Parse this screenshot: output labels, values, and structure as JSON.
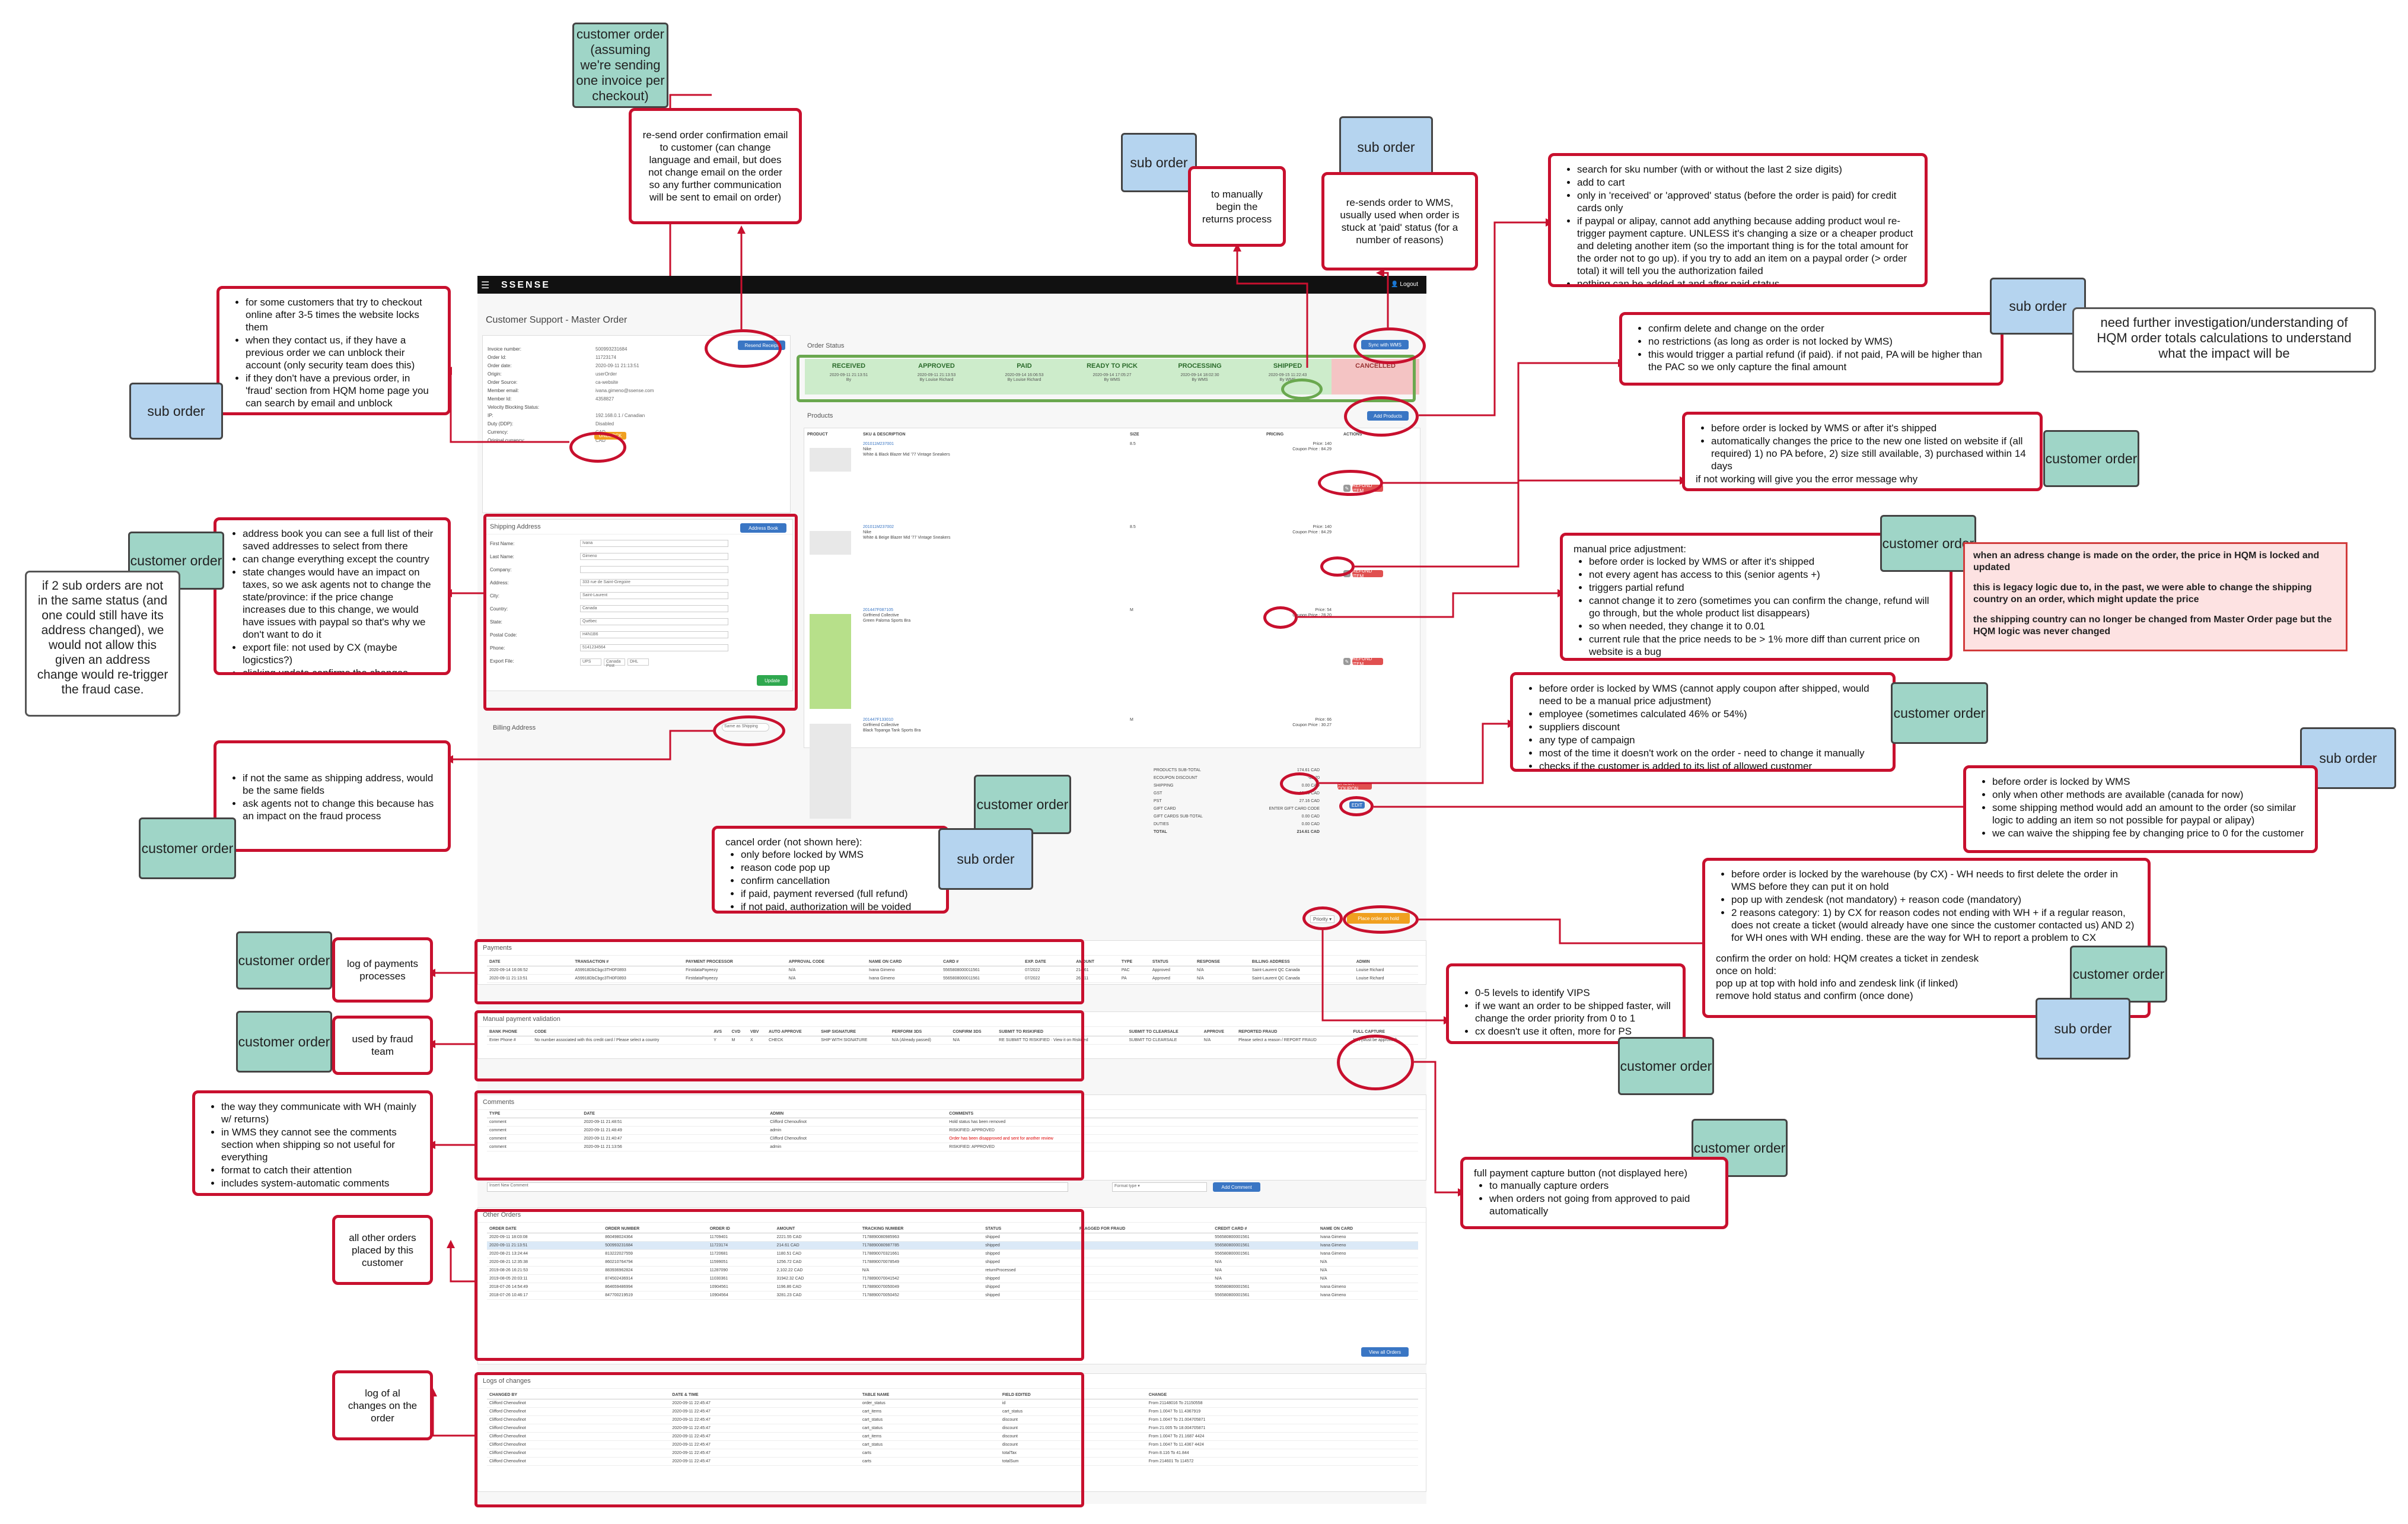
{
  "app": {
    "logo": "SSENSE",
    "logout": "Logout",
    "page_title": "Customer Support - Master Order",
    "resend_btn": "Resend Receipt",
    "sync_btn": "Sync with WMS",
    "add_products_btn": "Add Products",
    "order_info_rows": [
      {
        "k": "Invoice number:",
        "v": "500993231684"
      },
      {
        "k": "Order Id:",
        "v": "11723174"
      },
      {
        "k": "Order date:",
        "v": "2020-09-11 21:13:51"
      },
      {
        "k": "Origin:",
        "v": "userOrder"
      },
      {
        "k": "Order Source:",
        "v": "ca-website"
      },
      {
        "k": "Member email:",
        "v": "ivana.gimeno@ssense.com"
      },
      {
        "k": "Member Id:",
        "v": "4358827"
      },
      {
        "k": "Velocity Blocking Status:",
        "v": ""
      },
      {
        "k": "IP:",
        "v": "192.168.0.1 / Canadian"
      },
      {
        "k": "Duty (DDP):",
        "v": "Disabled"
      },
      {
        "k": "Currency:",
        "v": "CAD"
      },
      {
        "k": "Original currency:",
        "v": "CAD"
      }
    ],
    "unblock_btn": "UNBLOCK",
    "status_title": "Order Status",
    "statuses": [
      {
        "label": "RECEIVED",
        "date": "2020-09-11 21:13:51",
        "by": "By"
      },
      {
        "label": "APPROVED",
        "date": "2020-09-11 21:13:53",
        "by": "By Louise Richard"
      },
      {
        "label": "PAID",
        "date": "2020-09-14 16:06:53",
        "by": "By Louise Richard"
      },
      {
        "label": "READY TO PICK",
        "date": "2020-09-14 17:05:27",
        "by": "By WMS"
      },
      {
        "label": "PROCESSING",
        "date": "2020-09-14 18:02:30",
        "by": "By WMS"
      },
      {
        "label": "SHIPPED",
        "date": "2020-09-15 11:22:43",
        "by": "By WMS"
      },
      {
        "label": "CANCELLED",
        "date": "",
        "by": ""
      }
    ],
    "products_title": "Products",
    "product_headers": [
      "PRODUCT",
      "SKU & DESCRIPTION",
      "SIZE",
      "PRICING",
      "ACTIONS"
    ],
    "products": [
      {
        "sku": "201011M237001",
        "brand": "Nike",
        "desc": "White & Black Blazer Mid '77 Vintage Sneakers",
        "size": "8.5",
        "price": "Price: 140",
        "coupon": "Coupon Price : 84.29"
      },
      {
        "sku": "201011M237002",
        "brand": "Nike",
        "desc": "White & Beige Blazer Mid '77 Vintage Sneakers",
        "size": "8.5",
        "price": "Price: 140",
        "coupon": "Coupon Price : 84.29"
      },
      {
        "sku": "201447F087105",
        "brand": "Girlfriend Collective",
        "desc": "Green Paloma Sports Bra",
        "size": "M",
        "price": "Price: 54",
        "coupon": "Coupon Price : 28.20"
      },
      {
        "sku": "201447F133010",
        "brand": "Girlfriend Collective",
        "desc": "Black Topanga Tank Sports Bra",
        "size": "M",
        "price": "Price: 66",
        "coupon": "Coupon Price : 30.27"
      }
    ],
    "refund_btn": "REFUND ITEM",
    "totals": [
      {
        "k": "PRODUCTS SUB-TOTAL",
        "v": "174.61 CAD"
      },
      {
        "k": "ECOUPON DISCOUNT",
        "v": "-85.70"
      },
      {
        "k": "SHIPPING",
        "v": "0.00 CAD"
      },
      {
        "k": "GST",
        "v": "13.63 CAD"
      },
      {
        "k": "PST",
        "v": "27.16 CAD"
      },
      {
        "k": "GIFT CARD",
        "v": "ENTER GIFT CARD CODE"
      },
      {
        "k": "GIFT CARDS SUB-TOTAL",
        "v": "0.00 CAD"
      },
      {
        "k": "DUTIES",
        "v": "0.00 CAD"
      },
      {
        "k": "TOTAL",
        "v": "214.61 CAD"
      }
    ],
    "check_coupon_btn": "CHECK COUPON",
    "edit_btn": "EDIT",
    "shipping_address_title": "Shipping Address",
    "address_book_btn": "Address Book",
    "address_fields": [
      {
        "k": "First Name:",
        "v": "Ivana"
      },
      {
        "k": "Last Name:",
        "v": "Gimeno"
      },
      {
        "k": "Company:",
        "v": ""
      },
      {
        "k": "Address:",
        "v": "333 rue de Saint-Gregoire"
      },
      {
        "k": "City:",
        "v": "Saint-Laurent"
      },
      {
        "k": "Country:",
        "v": "Canada"
      },
      {
        "k": "State:",
        "v": "Québec"
      },
      {
        "k": "Postal Code:",
        "v": "H4N1B6"
      },
      {
        "k": "Phone:",
        "v": "5141234564"
      },
      {
        "k": "Export File:",
        "v": ""
      }
    ],
    "export_btns": [
      "UPS",
      "Canada Post",
      "DHL"
    ],
    "update_btn": "Update",
    "billing_title": "Billing Address",
    "same_as_shipping": "Same as Shipping",
    "on_hold_btn": "Place order on hold",
    "priority_label": "Priority",
    "payments_title": "Payments",
    "payment_headers": [
      "DATE",
      "TRANSACTION #",
      "PAYMENT PROCESSOR",
      "APPROVAL CODE",
      "NAME ON CARD",
      "CARD #",
      "EXP. DATE",
      "AMOUNT",
      "TYPE",
      "STATUS",
      "RESPONSE",
      "BILLING ADDRESS",
      "ADMIN"
    ],
    "payments": [
      [
        "2020-09-14 16:06:52",
        "A59918DbCbgc3TH0F0893",
        "FirstdataPayeezy",
        "N/A",
        "Ivana Gimeno",
        "5565808000011561",
        "07/2022",
        "214.61",
        "PAC",
        "Approved",
        "N/A",
        "Saint-Laurent QC Canada",
        "Louise Richard"
      ],
      [
        "2020-09-11 21:13:51",
        "A59918DbCbgc3TH0F0893",
        "FirstdataPayeezy",
        "N/A",
        "Ivana Gimeno",
        "5565808000011561",
        "07/2022",
        "261.11",
        "PA",
        "Approved",
        "N/A",
        "Saint-Laurent QC Canada",
        "Louise Richard"
      ]
    ],
    "manual_title": "Manual payment validation",
    "manual_headers": [
      "BANK PHONE",
      "CODE",
      "AVS",
      "CVD",
      "VBV",
      "AUTO APPROVE",
      "SHIP SIGNATURE",
      "PERFORM 3DS",
      "CONFIRM 3DS",
      "SUBMIT TO RISKIFIED",
      "SUBMIT TO CLEARSALE",
      "APPROVE",
      "REPORTED FRAUD",
      "FULL CAPTURE"
    ],
    "manual_values": {
      "no_number": "No number associated with this credit card",
      "avs": "Y",
      "cvd": "M",
      "vbv": "X",
      "perform": "N/A (Already passed)",
      "full_capture": "N/A",
      "full_capture_note": "(Must be approved)",
      "enter_phone": "Enter Phone #",
      "select_country": "Please select a country",
      "select_reason": "Please select a reason",
      "confirm": "CONFIRM",
      "check": "CHECK",
      "ship_sig": "SHIP WITH SIGNATURE",
      "riskified": "RE SUBMIT TO RISKIFIED",
      "riskified_link": "View it on Riskified",
      "clearsale": "SUBMIT TO CLEARSALE",
      "report": "REPORT FRAUD",
      "na": "N/A"
    },
    "comments_title": "Comments",
    "comment_headers": [
      "TYPE",
      "DATE",
      "ADMIN",
      "COMMENTS"
    ],
    "comments": [
      [
        "comment",
        "2020-09-11 21:48:51",
        "Clifford Chenoufinot",
        "Hold status has been removed"
      ],
      [
        "comment",
        "2020-09-11 21:48:49",
        "admin",
        "RISKIFIED: APPROVED"
      ],
      [
        "comment",
        "2020-09-11 21:40:47",
        "Clifford Chenoufinot",
        "Order has been disapproved and sent for another review"
      ],
      [
        "comment",
        "2020-09-11 21:13:56",
        "admin",
        "RISKIFIED: APPROVED"
      ]
    ],
    "comment_placeholder": "Insert New Comment",
    "format_type": "Format type",
    "add_comment_btn": "Add Comment",
    "other_orders_title": "Other Orders",
    "other_headers": [
      "ORDER DATE",
      "ORDER NUMBER",
      "ORDER ID",
      "AMOUNT",
      "TRACKING NUMBER",
      "STATUS",
      "FLAGGED FOR FRAUD",
      "CREDIT CARD #",
      "NAME ON CARD"
    ],
    "other_orders": [
      [
        "2020-09-11 18:03:08",
        "860498024364",
        "11709401",
        "2221.55 CAD",
        "7178890080985963",
        "shipped",
        "",
        "556580800001561",
        "Ivana Gimeno"
      ],
      [
        "2020-09-11 21:13:51",
        "500993231684",
        "11723174",
        "214.61 CAD",
        "7178890080987785",
        "shipped",
        "",
        "556580800001561",
        "Ivana Gimeno"
      ],
      [
        "2020-08-21 13:24:44",
        "813222027559",
        "11720681",
        "1180.51 CAD",
        "7178890070321661",
        "shipped",
        "",
        "556580800001561",
        "Ivana Gimeno"
      ],
      [
        "2020-08-21 12:35:38",
        "860210764794",
        "11599051",
        "1256.72 CAD",
        "7178890070078549",
        "shipped",
        "",
        "N/A",
        "N/A"
      ],
      [
        "2019-08-26 16:21:53",
        "883936962824",
        "11287090",
        "2,102.22 CAD",
        "N/A",
        "returnProcessed",
        "",
        "N/A",
        "N/A"
      ],
      [
        "2019-08-05 20:03:11",
        "874502436914",
        "11030361",
        "31942.32 CAD",
        "7178890070041542",
        "shipped",
        "",
        "N/A",
        "N/A"
      ],
      [
        "2018-07-26 14:54:49",
        "864659486994",
        "10904561",
        "1196.86 CAD",
        "7178890070050049",
        "shipped",
        "",
        "556580800001561",
        "Ivana Gimeno"
      ],
      [
        "2018-07-26 10:46:17",
        "847700219519",
        "10904564",
        "3281.23 CAD",
        "7178890070050452",
        "shipped",
        "",
        "556580800001561",
        "Ivana Gimeno"
      ]
    ],
    "view_all_btn": "View all Orders",
    "logs_title": "Logs of changes",
    "log_headers": [
      "CHANGED BY",
      "DATE & TIME",
      "TABLE NAME",
      "FIELD EDITED",
      "CHANGE"
    ],
    "logs": [
      [
        "Clifford Chenoufinot",
        "2020-09-11 22:45:47",
        "order_status",
        "id",
        "From 21148016 To 21150558"
      ],
      [
        "Clifford Chenoufinot",
        "2020-09-11 22:45:47",
        "cart_items",
        "cart_status",
        "From 1.0047 To 11.4367919"
      ],
      [
        "Clifford Chenoufinot",
        "2020-09-11 22:45:47",
        "cart_status",
        "discount",
        "From 1.0047 To 21.004705871"
      ],
      [
        "Clifford Chenoufinot",
        "2020-09-11 22:45:47",
        "cart_status",
        "discount",
        "From 21.005 To 18.004705871"
      ],
      [
        "Clifford Chenoufinot",
        "2020-09-11 22:45:47",
        "cart_items",
        "discount",
        "From 1.0047 To 21.1687 4424"
      ],
      [
        "Clifford Chenoufinot",
        "2020-09-11 22:45:47",
        "cart_status",
        "discount",
        "From 1.0047 To 11.4367 4424"
      ],
      [
        "Clifford Chenoufinot",
        "2020-09-11 22:45:47",
        "carts",
        "totalTax",
        "From 8.116 To 41.844"
      ],
      [
        "Clifford Chenoufinot",
        "2020-09-11 22:45:47",
        "carts",
        "totalSum",
        "From 214601 To 114572"
      ]
    ]
  },
  "annotations": {
    "resend": "re-send order confirmation email to customer (can change language and email, but does not change email on the order so any further communication will be sent to email on order)",
    "returns": "to manually begin the returns process",
    "sync": "re-sends order to WMS, usually used when order is stuck at 'paid' status (for a number of reasons)",
    "add_products": [
      "search for sku number (with or without the last 2 size digits)",
      "add to cart",
      "only in 'received' or 'approved' status (before the order is paid) for credit cards only",
      "if paypal or alipay, cannot add anything because adding product woul re-trigger payment capture. UNLESS it's changing a size or a cheaper product and deleting another item (so the important thing is for the total amount for the order not to go up). if you try to add an item on a paypal order (> order total) it will tell you the authorization failed",
      "nothing can be added at and after paid status"
    ],
    "velocity": [
      "for some customers that try to checkout online after 3-5 times the website locks them",
      "when they contact us, if they have a previous order we can unblock their account (only security team does this)",
      "if they don't have a previous order, in 'fraud' section from HQM home page you can search by email and unblock"
    ],
    "delete_change": [
      "confirm delete and change on the order",
      "no restrictions (as long as order is not locked by WMS)",
      "this would trigger a partial refund (if paid). if not paid, PA will be higher than the PAC so we only capture the final amount"
    ],
    "further": "need further investigation/understanding of HQM order totals calculations to understand what the impact will be",
    "price_update": [
      "before order is locked by WMS or after it's shipped",
      "automatically changes the price to the new one listed on website if (all required) 1) no PA before, 2) size still available, 3) purchased within 14 days"
    ],
    "price_update_tail": "if not working will give you the error message why",
    "manual_price_title": "manual price adjustment:",
    "manual_price": [
      "before order is locked by WMS or after it's shipped",
      "not every agent has access to this (senior agents +)",
      "triggers partial refund",
      "cannot change it to zero (sometimes you can confirm the change, refund will go through, but the whole product list disappears)",
      "so when needed, they change it to 0.01",
      "current rule that the price needs to be > 1% more diff than current price on website is a bug"
    ],
    "pink": [
      "when an adress change is made on the order, the price in HQM is locked and updated",
      "this is legacy logic due to, in the past, we were able to change the shipping country on an order, which might update the price",
      "the shipping country can no longer be changed from Master Order page but the HQM logic was never changed"
    ],
    "address_book": [
      "address book you can see a full list of their saved addresses to select from there",
      "can change everything except the country",
      "state changes would have an impact on taxes, so we ask agents not to change the state/province: if the price change increases due to this change, we would have issues with paypal so that's why we don't want to do it",
      "export file: not used by CX (maybe logicstics?)",
      "clicking update confirms the changes"
    ],
    "fraud_note": "if 2 sub orders are not in the same status (and one could still have its address changed), we would not allow this given an address change would re-trigger the fraud case.",
    "coupon": [
      "before order is locked by WMS (cannot apply coupon after shipped, would need to be a manual price adjustment)",
      "employee (sometimes calculated 46% or 54%)",
      "suppliers discount",
      "any type of campaign",
      "most of the time it doesn't work on the order - need to change it manually",
      "checks if the customer is added to its list of allowed customer"
    ],
    "billing": [
      "if not the same as shipping address, would be the same fields",
      "ask agents not to change this because has an impact on the fraud process"
    ],
    "cancel_title": "cancel order (not shown here):",
    "cancel": [
      "only before locked by WMS",
      "reason code pop up",
      "confirm cancellation",
      "if paid, payment reversed (full refund)",
      "if not paid, authorization will be voided"
    ],
    "shipping_edit": [
      "before order is locked by WMS",
      "only when other methods are available (canada for now)",
      "some shipping method would add an amount to the order (so similar logic to adding an item so not possible for paypal or alipay)",
      "we can waive the shipping fee by changing price to 0 for the customer"
    ],
    "hold": [
      "before order is locked by the warehouse (by CX) - WH needs to first delete the order in WMS before they can put it on hold",
      "pop up with zendesk (not mandatory) + reason code (mandatory)",
      "2 reasons category: 1) by CX for reason codes not ending with WH + if a regular reason, does not create a ticket (would already have one since the customer contacted us) AND 2) for WH ones with WH ending. these are the way for WH to report a problem to CX"
    ],
    "hold_tail": [
      "confirm the order on hold: HQM creates a ticket in zendesk",
      "once on hold:",
      "pop up at top with hold info and zendesk link (if linked)",
      "remove hold status and confirm (once done)"
    ],
    "priority": [
      "0-5 levels to identify VIPS",
      "if we want an order to be shipped faster, will change the order priority from 0 to 1",
      "cx doesn't use it often, more for PS"
    ],
    "full_capture_title": "full payment capture button (not displayed here)",
    "full_capture": [
      "to manually capture orders",
      "when orders not going from approved to paid automatically"
    ],
    "payments_log": "log of payments processes",
    "fraud_team": "used by fraud team",
    "comments": [
      "the way they communicate with WH (mainly w/ returns)",
      "in WMS they cannot see the comments section when shipping so not useful for everything",
      "format to catch their attention",
      "includes system-automatic comments"
    ],
    "other_orders": "all other orders placed by this customer",
    "log_changes": "log of al changes on the order",
    "customer_order_top": "customer order (assuming we're sending one invoice per checkout)"
  },
  "tags": {
    "sub_order": "sub order",
    "customer_order": "customer order"
  }
}
